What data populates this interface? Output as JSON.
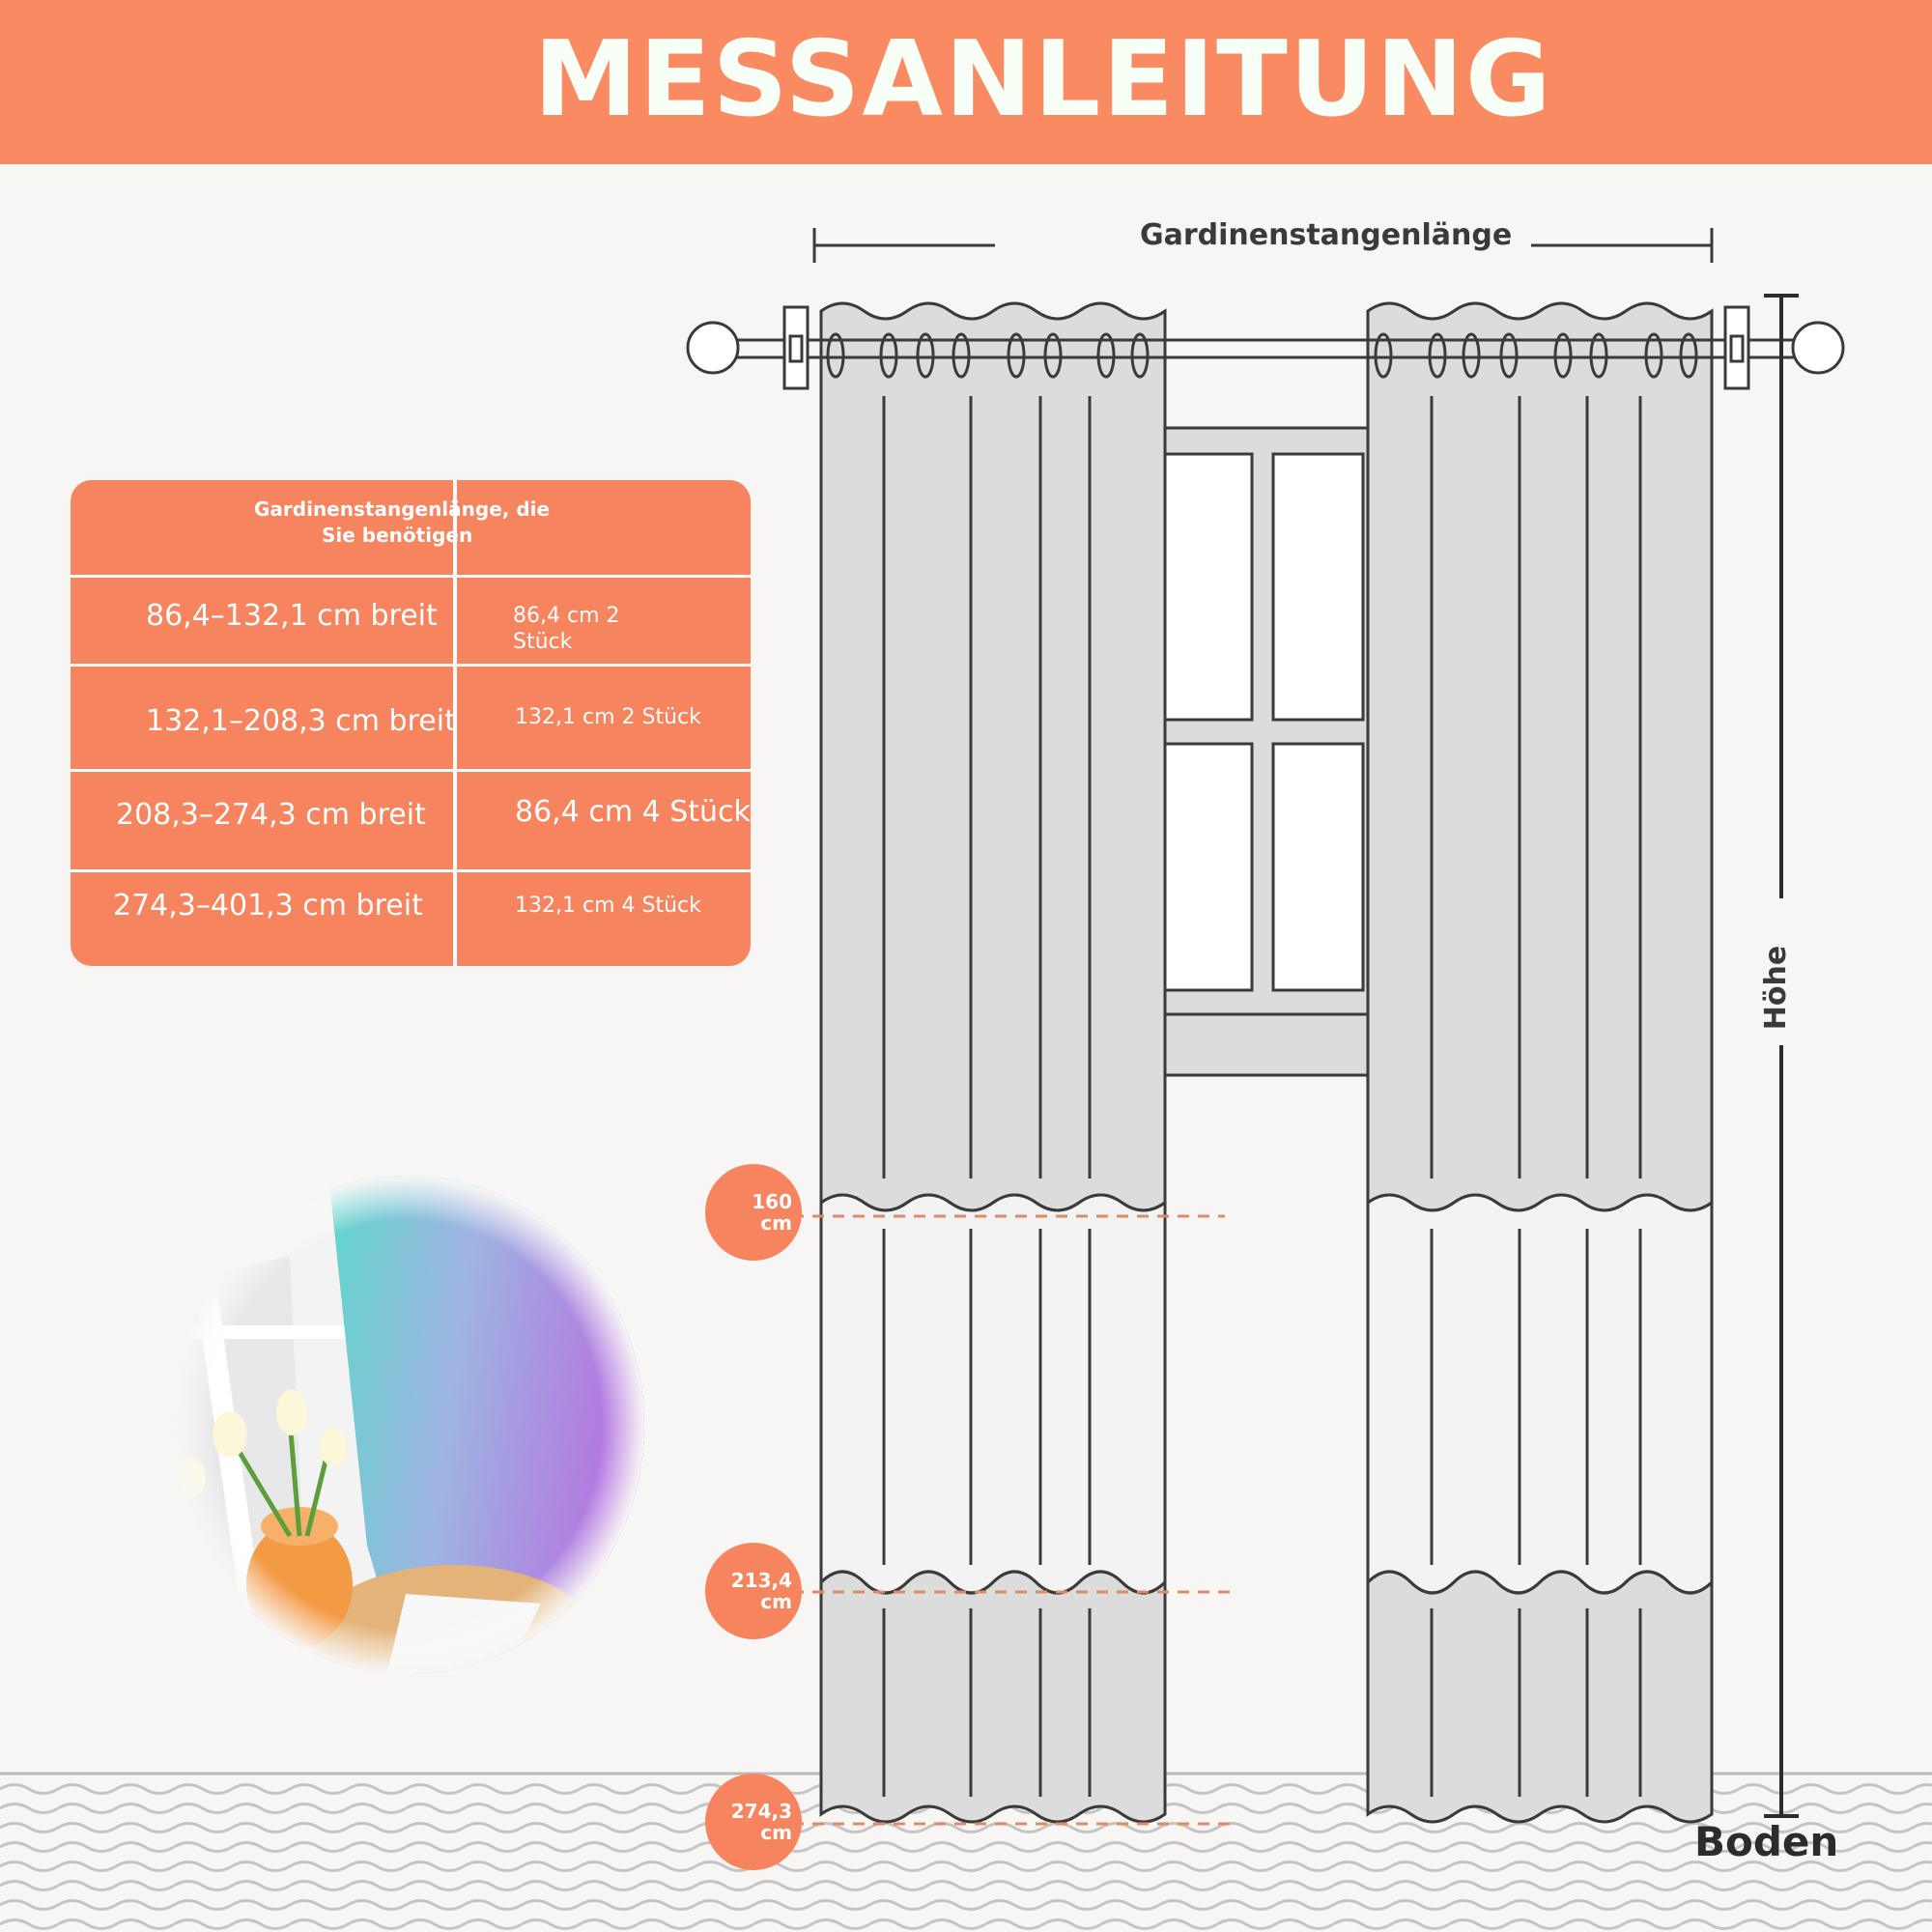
{
  "header": {
    "title": "MESSANLEITUNG"
  },
  "colors": {
    "accent": "#f6845f",
    "header_bg": "#fa8a62",
    "title_text": "#f8fff6",
    "line": "#3a3a3a",
    "curtain": "#dcdcdc"
  },
  "diagram": {
    "rod_length_label": "Gardinenstangenlänge",
    "height_label": "Höhe",
    "floor_label": "Boden",
    "length_markers": [
      {
        "line1": "160",
        "line2": "cm"
      },
      {
        "line1": "213,4",
        "line2": "cm"
      },
      {
        "line1": "274,3",
        "line2": "cm"
      }
    ]
  },
  "table": {
    "header": {
      "line1": "Gardinenstangenlänge, die",
      "line2": "Sie benötigen"
    },
    "rows": [
      {
        "width": "86,4–132,1 cm breit",
        "panels": "86,4 cm 2 Stück"
      },
      {
        "width": "132,1–208,3 cm breit",
        "panels": "132,1 cm 2 Stück"
      },
      {
        "width": "208,3–274,3 cm breit",
        "panels": "86,4 cm 4 Stück"
      },
      {
        "width": "274,3–401,3 cm breit",
        "panels": "132,1 cm 4 Stück"
      }
    ]
  }
}
